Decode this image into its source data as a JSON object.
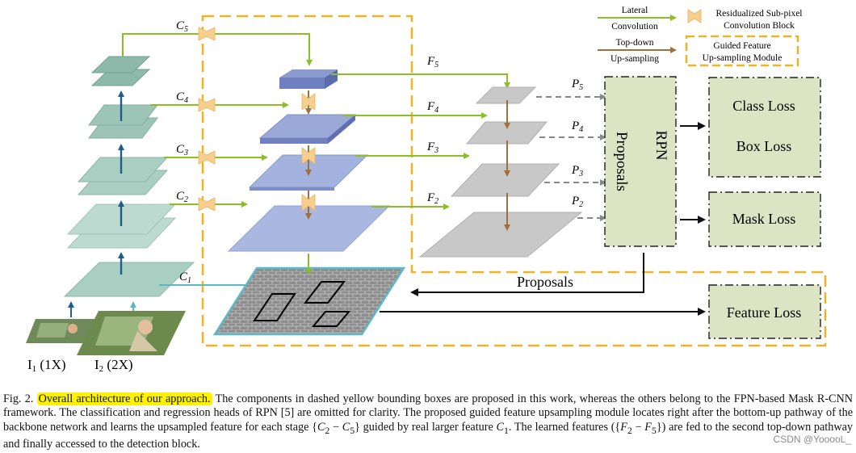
{
  "colors": {
    "lateral": "#8cbf26",
    "topdown": "#a0703a",
    "guided_box": "#f0b323",
    "rpn_fill": "#dbe5c4",
    "backbone_plate": "#a9cfc3",
    "fpn_plate": "#a3b2de",
    "p_plate": "#c8c8c8",
    "c1_arrow": "#5bb8c4",
    "subpixel_block": "#f6cf8e"
  },
  "legend": {
    "lateral_line1": "Lateral",
    "lateral_line2": "Convolution",
    "topdown_line1": "Top-down",
    "topdown_line2": "Up-sampling",
    "subpixel_line1": "Residualized Sub-pixel",
    "subpixel_line2": "Convolution Block",
    "guided_line1": "Guided Feature",
    "guided_line2": "Up-sampling Module"
  },
  "labels": {
    "c5": "C",
    "c5_sub": "5",
    "c4": "C",
    "c4_sub": "4",
    "c3": "C",
    "c3_sub": "3",
    "c2": "C",
    "c2_sub": "2",
    "c1": "C",
    "c1_sub": "1",
    "f5": "F",
    "f5_sub": "5",
    "f4": "F",
    "f4_sub": "4",
    "f3": "F",
    "f3_sub": "3",
    "f2": "F",
    "f2_sub": "2",
    "p5": "P",
    "p5_sub": "5",
    "p4": "P",
    "p4_sub": "4",
    "p3": "P",
    "p3_sub": "3",
    "p2": "P",
    "p2_sub": "2",
    "input1": "I",
    "input1_sub": "1",
    "input1_scale": " (1X)",
    "input2": "I",
    "input2_sub": "2",
    "input2_scale": " (2X)"
  },
  "rpn": {
    "proposals_vertical": "Proposals",
    "rpn_vertical": "RPN"
  },
  "proposals_label": "Proposals",
  "losses": {
    "class_loss": "Class Loss",
    "box_loss": "Box Loss",
    "mask_loss": "Mask Loss",
    "feature_loss": "Feature Loss"
  },
  "caption": {
    "prefix": "Fig. 2.",
    "highlight": "Overall architecture of our approach.",
    "t1": " The components in dashed yellow bounding boxes are proposed in this work, whereas the others belong to the FPN-based Mask R-CNN framework. The classification and regression heads of RPN [5] are omitted for clarity. The proposed guided feature upsampling module locates right after the bottom-up pathway of the backbone network and learns the upsampled feature for each stage {",
    "m1": "C",
    "s1": "2",
    "op1": " − ",
    "m2": "C",
    "s2": "5",
    "t2": "} guided by real larger feature ",
    "m3": "C",
    "s3": "1",
    "t3": ". The learned features ({",
    "m4": "F",
    "s4": "2",
    "op2": " − ",
    "m5": "F",
    "s5": "5",
    "t4": "}) are fed to the second top-down pathway and finally accessed to the detection block."
  },
  "watermark": "CSDN @YooooL_"
}
